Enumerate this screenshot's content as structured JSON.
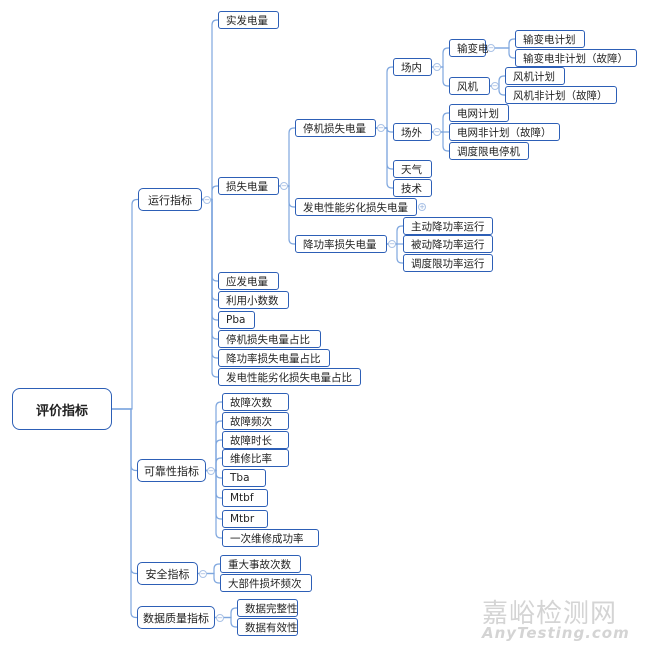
{
  "root": "评价指标",
  "operation": {
    "label": "运行指标",
    "actual_gen": "实发电量",
    "loss": {
      "label": "损失电量",
      "shutdown": {
        "label": "停机损失电量",
        "inside": {
          "label": "场内",
          "transmission": {
            "label": "输变电",
            "planned": "输变电计划",
            "unplanned": "输变电非计划（故障）"
          },
          "turbine": {
            "label": "风机",
            "planned": "风机计划",
            "unplanned": "风机非计划（故障）"
          }
        },
        "outside": {
          "label": "场外",
          "grid_planned": "电网计划",
          "grid_unplanned": "电网非计划（故障）",
          "dispatch": "调度限电停机"
        },
        "weather": "天气",
        "technical": "技术"
      },
      "degradation": "发电性能劣化损失电量",
      "derate": {
        "label": "降功率损失电量",
        "active": "主动降功率运行",
        "passive": "被动降功率运行",
        "dispatch": "调度限功率运行"
      }
    },
    "expected_gen": "应发电量",
    "utilization_hours": "利用小数数",
    "pba": "Pba",
    "shutdown_ratio": "停机损失电量占比",
    "derate_ratio": "降功率损失电量占比",
    "degradation_ratio": "发电性能劣化损失电量占比"
  },
  "reliability": {
    "label": "可靠性指标",
    "items": [
      "故障次数",
      "故障频次",
      "故障时长",
      "维修比率",
      "Tba",
      "Mtbf",
      "Mtbr",
      "一次维修成功率"
    ]
  },
  "safety": {
    "label": "安全指标",
    "items": [
      "重大事故次数",
      "大部件损坏频次"
    ]
  },
  "data_quality": {
    "label": "数据质量指标",
    "items": [
      "数据完整性",
      "数据有效性"
    ]
  },
  "watermark": {
    "cn": "嘉峪检测网",
    "en": "AnyTesting.com"
  },
  "colors": {
    "node_border": "#2d5fb6",
    "line": "#7ea6de"
  }
}
